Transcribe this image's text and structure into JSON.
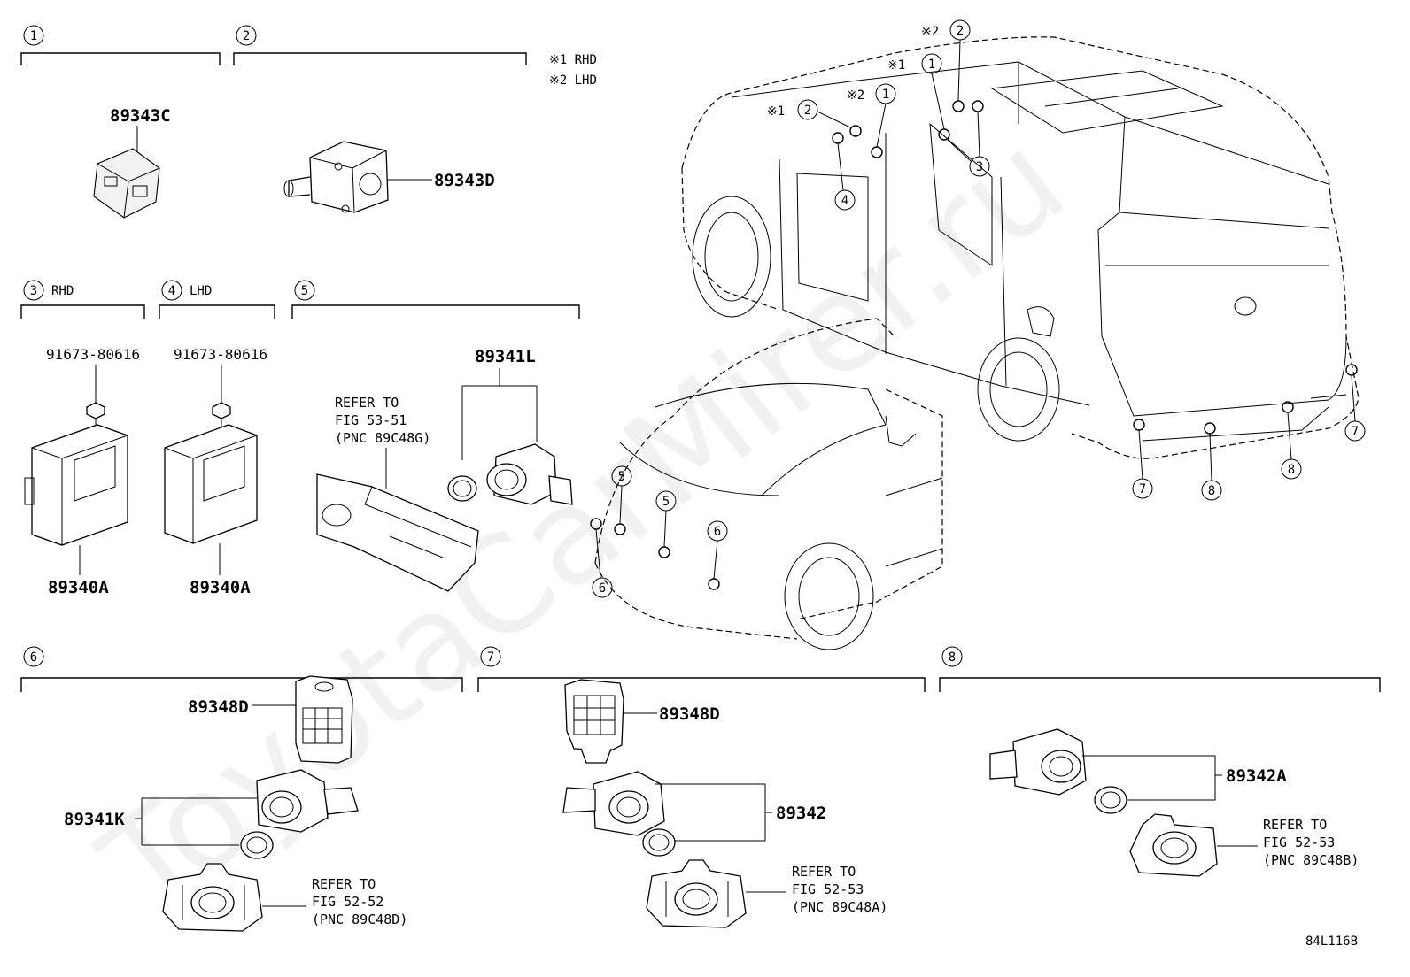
{
  "sections": [
    {
      "num": "1",
      "suffix": ""
    },
    {
      "num": "2",
      "suffix": ""
    },
    {
      "num": "3",
      "suffix": "RHD"
    },
    {
      "num": "4",
      "suffix": "LHD"
    },
    {
      "num": "5",
      "suffix": ""
    },
    {
      "num": "6",
      "suffix": ""
    },
    {
      "num": "7",
      "suffix": ""
    },
    {
      "num": "8",
      "suffix": ""
    }
  ],
  "notes": {
    "legend_1": "※1 RHD",
    "legend_2": "※2 LHD",
    "mark_1": "※1",
    "mark_2": "※2"
  },
  "parts": {
    "p89343C": "89343C",
    "p89343D": "89343D",
    "bolt_rhd": "91673-80616",
    "bolt_lhd": "91673-80616",
    "ecu_rhd": "89340A",
    "ecu_lhd": "89340A",
    "p89341L": "89341L",
    "p89348D_a": "89348D",
    "p89341K": "89341K",
    "p89348D_b": "89348D",
    "p89342": "89342",
    "p89342A": "89342A"
  },
  "refs": {
    "r5": [
      "REFER TO",
      "FIG 53-51",
      "(PNC 89C48G)"
    ],
    "r6": [
      "REFER TO",
      "FIG 52-52",
      "(PNC 89C48D)"
    ],
    "r7": [
      "REFER TO",
      "FIG 52-53",
      "(PNC 89C48A)"
    ],
    "r8": [
      "REFER TO",
      "FIG 52-53",
      "(PNC 89C48B)"
    ]
  },
  "callouts": {
    "c1a": "1",
    "c1b": "1",
    "c2a": "2",
    "c2b": "2",
    "c3": "3",
    "c4": "4",
    "c5a": "5",
    "c5b": "5",
    "c6a": "6",
    "c6b": "6",
    "c7a": "7",
    "c7b": "7",
    "c8a": "8",
    "c8b": "8"
  },
  "watermark": "ToyotaCarMirer.ru",
  "figure_id": "84L116B"
}
